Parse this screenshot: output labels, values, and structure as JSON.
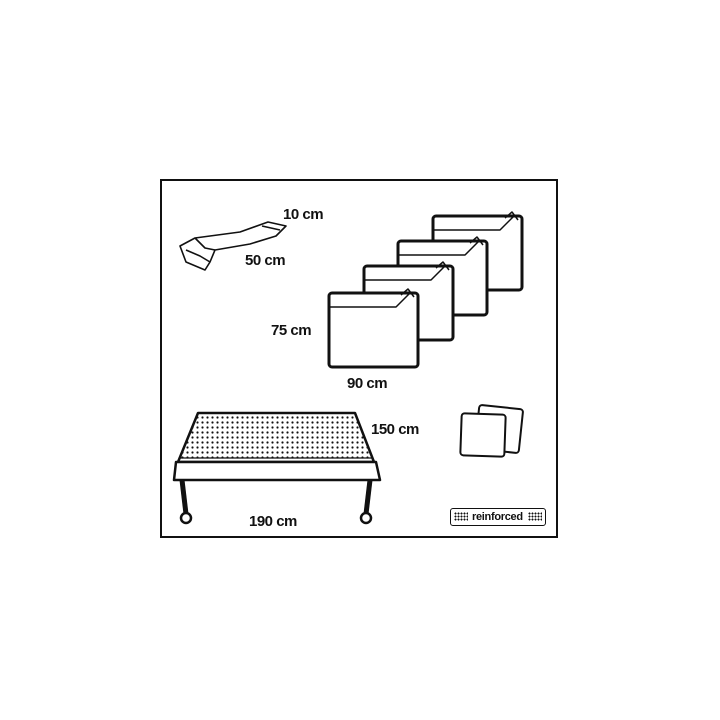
{
  "labels": {
    "strip_width": "10 cm",
    "strip_length": "50 cm",
    "drape_height": "75 cm",
    "drape_width": "90 cm",
    "table_depth": "150 cm",
    "table_length": "190 cm"
  },
  "legend": {
    "text": "reinforced"
  },
  "colors": {
    "ink": "#111111",
    "background": "#ffffff"
  }
}
